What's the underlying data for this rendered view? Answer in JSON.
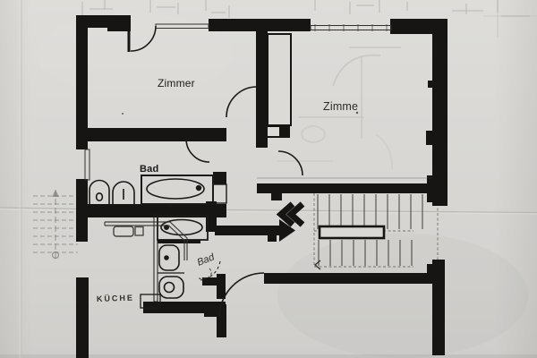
{
  "plan": {
    "labels": {
      "room_left": "Zimmer",
      "room_right": "Zimme",
      "bath_main": "Bad",
      "bath_small": "Bad",
      "kitchen": "KÜCHE"
    },
    "symbols": {
      "bath_main_fixtures": [
        "toilet",
        "washbasin",
        "bathtub"
      ],
      "bath_small_fixtures": [
        "bathtub",
        "washbasin",
        "toilet"
      ],
      "kitchen_fixtures": [
        "counter",
        "sink"
      ],
      "stairwell": "staircase-with-handrail",
      "entry_markers": [
        "double-chevron-left",
        "arrow-right"
      ],
      "exterior_steps": "dashed-stair-left-margin"
    },
    "colors": {
      "paper": "#d8d7d4",
      "ink": "#161513",
      "faint_line": "#b9b7b3"
    }
  }
}
